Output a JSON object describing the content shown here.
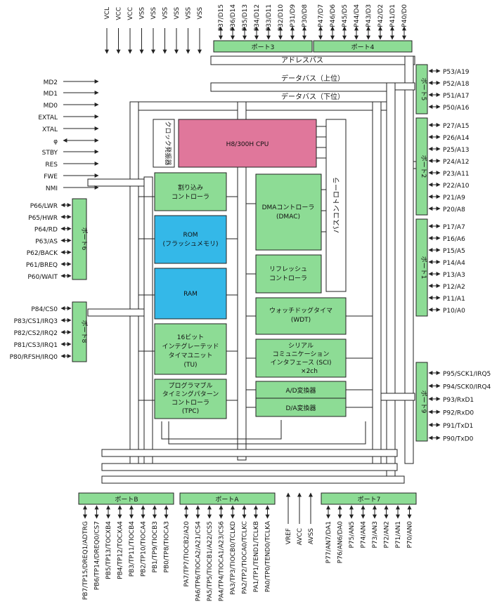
{
  "chip_title": "H8/300H CPU",
  "clock": "クロック発振器",
  "blocks": {
    "interrupt": [
      "割り込み",
      "コントローラ"
    ],
    "rom": [
      "ROM",
      "(フラッシュメモリ)"
    ],
    "ram": "RAM",
    "tu": [
      "16ビット",
      "インテグレーテッド",
      "タイマユニット",
      "(TU)"
    ],
    "tpc": [
      "プログラマブル",
      "タイミングパターン",
      "コントローラ",
      "(TPC)"
    ],
    "dmac": [
      "DMAコントローラ",
      "(DMAC)"
    ],
    "refresh": [
      "リフレッシュ",
      "コントローラ"
    ],
    "wdt": [
      "ウォッチドッグタイマ",
      "(WDT)"
    ],
    "sci": [
      "シリアル",
      "コミュニケーション",
      "インタフェース (SCI)",
      "×2ch"
    ],
    "ad": "A/D変換器",
    "da": "D/A変換器",
    "bus_controller": "バスコントローラ"
  },
  "buses": {
    "address": "アドレスバス",
    "data_upper": "データバス（上位）",
    "data_lower": "データバス（下位）"
  },
  "ports": {
    "p3": "ポート3",
    "p4": "ポート4",
    "p5": "ポート5",
    "p2": "ポート2",
    "p1": "ポート1",
    "p6": "ポート6",
    "p8": "ポート8",
    "p9": "ポート9",
    "pb": "ポートB",
    "pa": "ポートA",
    "p7": "ポート7"
  },
  "top_power": [
    "VCL",
    "VCC",
    "VCC",
    "VSS",
    "VSS",
    "VSS",
    "VSS",
    "VSS",
    "VSS"
  ],
  "port3_pins": [
    "P37/D15",
    "P36/D14",
    "P35/D13",
    "P34/D12",
    "P33/D11",
    "P32/D10",
    "P31/D9",
    "P30/D8"
  ],
  "port4_pins": [
    "P47/D7",
    "P46/D6",
    "P45/D5",
    "P44/D4",
    "P43/D3",
    "P42/D2",
    "P41/D1",
    "P40/D0"
  ],
  "left_signals": [
    "MD2",
    "MD1",
    "MD0",
    "EXTAL",
    "XTAL",
    "φ",
    "STBY",
    "RES",
    "FWE",
    "NMI"
  ],
  "port6_pins": [
    "P66/LWR",
    "P65/HWR",
    "P64/RD",
    "P63/AS",
    "P62/BACK",
    "P61/BREQ",
    "P60/WAIT"
  ],
  "port8_pins": [
    "P84/CS0",
    "P83/CS1/IRQ3",
    "P82/CS2/IRQ2",
    "P81/CS3/IRQ1",
    "P80/RFSH/IRQ0"
  ],
  "port5_pins": [
    "P53/A19",
    "P52/A18",
    "P51/A17",
    "P50/A16"
  ],
  "port2_pins": [
    "P27/A15",
    "P26/A14",
    "P25/A13",
    "P24/A12",
    "P23/A11",
    "P22/A10",
    "P21/A9",
    "P20/A8"
  ],
  "port1_pins": [
    "P17/A7",
    "P16/A6",
    "P15/A5",
    "P14/A4",
    "P13/A3",
    "P12/A2",
    "P11/A1",
    "P10/A0"
  ],
  "port9_pins": [
    "P95/SCK1/IRQ5",
    "P94/SCK0/IRQ4",
    "P93/RxD1",
    "P92/RxD0",
    "P91/TxD1",
    "P90/TxD0"
  ],
  "portB_pins": [
    "PB7/TP15/DREQ1/ADTRG",
    "PB6/TP14/DREQ0/CS7",
    "PB5/TP13/TOCXB4",
    "PB4/TP12/TOCXA4",
    "PB3/TP11/TIOCB4",
    "PB2/TP10/TIOCA4",
    "PB1/TP9/TIOCB3",
    "PB0/TP8/TIOCA3"
  ],
  "portA_pins": [
    "PA7/TP7/TIOCB2/A20",
    "PA6/TP6/TIOCA2/A21/CS4",
    "PA5/TP5/TIOCB1/A22/CS5",
    "PA4/TP4/TIOCA1/A23/CS6",
    "PA3/TP3/TIOCB0/TCLKD",
    "PA2/TP2/TIOCA0/TCLKC",
    "PA1/TP1/TEND1/TCLKB",
    "PA0/TP0/TEND0/TCLKA"
  ],
  "analog_power": [
    "VREF",
    "AVCC",
    "AVSS"
  ],
  "port7_pins": [
    "P77/AN7/DA1",
    "P76/AN6/DA0",
    "P75/AN5",
    "P74/AN4",
    "P73/AN3",
    "P72/AN2",
    "P71/AN1",
    "P70/AN0"
  ],
  "colors": {
    "green": "#8ddc95",
    "blue": "#34b8e8",
    "pink": "#e0779b"
  }
}
